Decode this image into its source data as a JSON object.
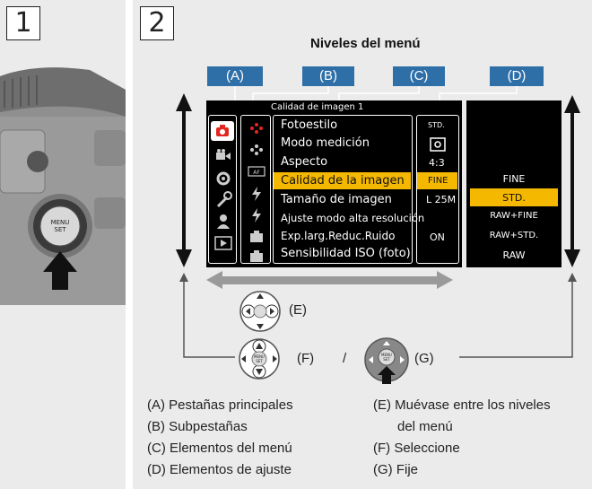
{
  "step1": {
    "number": "1"
  },
  "step2": {
    "number": "2"
  },
  "title": "Niveles del menú",
  "tags": {
    "a": "(A)",
    "b": "(B)",
    "c": "(C)",
    "d": "(D)"
  },
  "screen": {
    "header": "Calidad de imagen 1",
    "menu_items": [
      "Fotoestilo",
      "Modo medición",
      "Aspecto",
      "Calidad de la imagen",
      "Tamaño de imagen",
      "Ajuste modo alta resolución",
      "Exp.larg.Reduc.Ruido",
      "Sensibilidad ISO (foto)"
    ],
    "selected_index": 3,
    "values": [
      "STD.",
      "",
      "4:3",
      "FINE",
      "L 25M",
      "",
      "ON",
      ""
    ],
    "main_tab_icons": [
      "camera-icon",
      "video-icon",
      "gear-icon",
      "wrench-icon",
      "person-icon",
      "playback-icon"
    ],
    "sub_tab_icons": [
      "quality-icon",
      "quality-icon",
      "focus-icon",
      "flash-icon",
      "flash-icon",
      "bracket-icon",
      "bracket-icon"
    ]
  },
  "options": {
    "items": [
      "FINE",
      "STD.",
      "RAW+FINE",
      "RAW+STD.",
      "RAW"
    ],
    "selected_index": 1
  },
  "controls": {
    "e": "(E)",
    "f": "(F)",
    "g": "(G)",
    "separator": "/",
    "menu_set_label": "MENU SET"
  },
  "legend": {
    "a": "(A) Pestañas principales",
    "b": "(B) Subpestañas",
    "c": "(C) Elementos del menú",
    "d": "(D) Elementos de ajuste",
    "e1": "(E) Muévase entre los niveles",
    "e2": "del menú",
    "f": "(F) Seleccione",
    "g": "(G) Fije"
  },
  "colors": {
    "tag_blue": "#2e6fa8",
    "highlight_yellow": "#f5b800",
    "active_tab_red": "#e0281e",
    "panel_gray": "#ebebeb"
  }
}
